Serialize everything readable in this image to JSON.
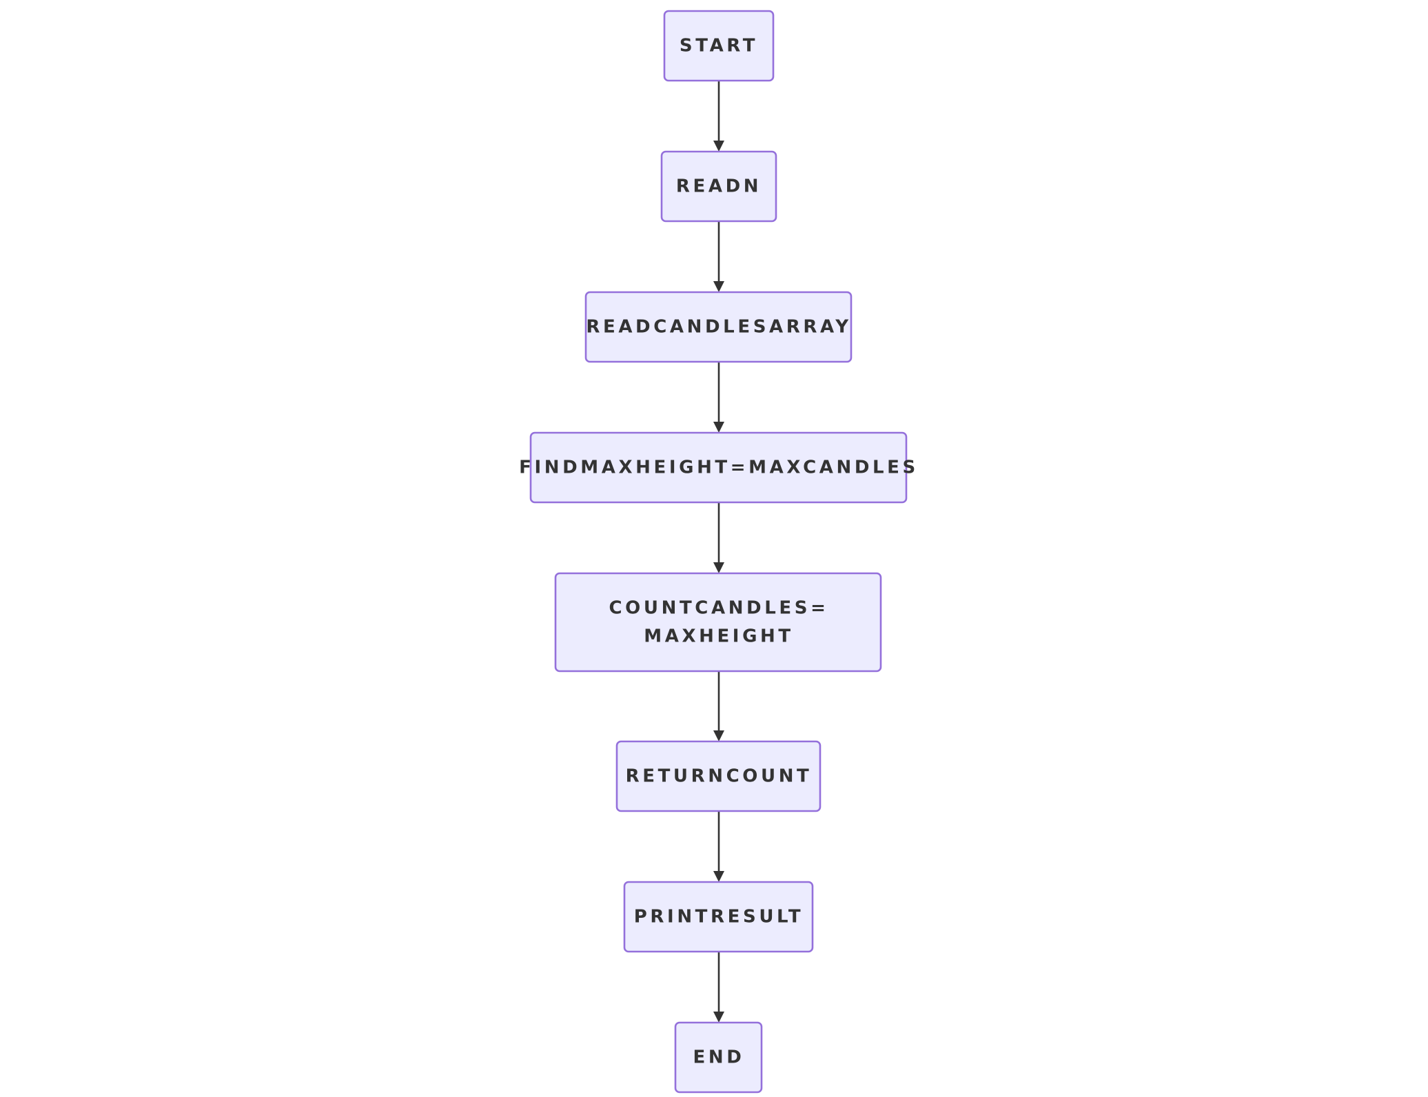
{
  "nodes": [
    {
      "id": "start",
      "label": [
        "START"
      ]
    },
    {
      "id": "read-n",
      "label": [
        "READN"
      ]
    },
    {
      "id": "read-candles-array",
      "label": [
        "READCANDLESARRAY"
      ]
    },
    {
      "id": "find-max-height",
      "label": [
        "FINDMAXHEIGHT=MAXCANDLES"
      ]
    },
    {
      "id": "count-candles",
      "label": [
        "COUNTCANDLES=",
        "MAXHEIGHT"
      ]
    },
    {
      "id": "return-count",
      "label": [
        "RETURNCOUNT"
      ]
    },
    {
      "id": "print-result",
      "label": [
        "PRINTRESULT"
      ]
    },
    {
      "id": "end",
      "label": [
        "END"
      ]
    }
  ],
  "edges": [
    {
      "from": "start",
      "to": "read-n"
    },
    {
      "from": "read-n",
      "to": "read-candles-array"
    },
    {
      "from": "read-candles-array",
      "to": "find-max-height"
    },
    {
      "from": "find-max-height",
      "to": "count-candles"
    },
    {
      "from": "count-candles",
      "to": "return-count"
    },
    {
      "from": "return-count",
      "to": "print-result"
    },
    {
      "from": "print-result",
      "to": "end"
    }
  ],
  "colors": {
    "node_fill": "#ececfe",
    "node_stroke": "#9470db",
    "text": "#333333",
    "edge": "#333333"
  }
}
